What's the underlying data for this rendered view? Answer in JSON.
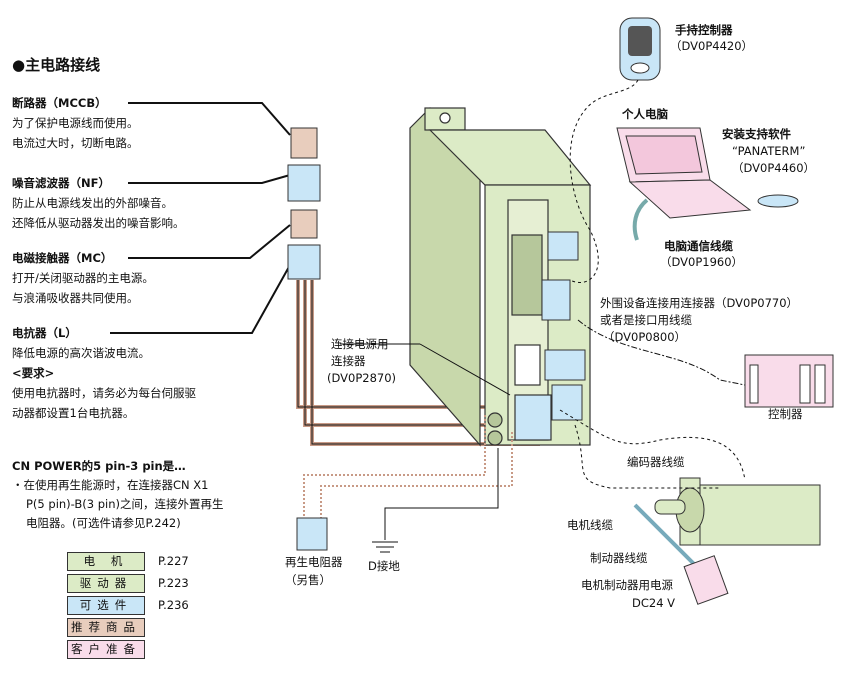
{
  "title": "●主电路接线",
  "left_notes": {
    "mccb": {
      "heading": "断路器（MCCB）",
      "lines": [
        "为了保护电源线而使用。",
        "电流过大时，切断电路。"
      ]
    },
    "nf": {
      "heading": "噪音滤波器（NF）",
      "lines": [
        "防止从电源线发出的外部噪音。",
        "还降低从驱动器发出的噪音影响。"
      ]
    },
    "mc": {
      "heading": "电磁接触器（MC）",
      "lines": [
        "打开/关闭驱动器的主电源。",
        "与浪涌吸收器共同使用。"
      ]
    },
    "reactor": {
      "heading": "电抗器（L）",
      "lines": [
        "降低电源的高次谐波电流。",
        "<要求>",
        "使用电抗器时，请务必为每台伺服驱",
        "动器都设置1台电抗器。"
      ]
    }
  },
  "cn_power": {
    "heading": "CN POWER的5 pin-3 pin是…",
    "lines": [
      "・在使用再生能源时，在连接器CN X1",
      "P(5 pin)-B(3 pin)之间，连接外置再生",
      "电阻器。(可选件请参见P.242)"
    ]
  },
  "legend": [
    {
      "label": "电 机",
      "page": "P.227",
      "color": "#dcebc6"
    },
    {
      "label": "驱动器",
      "page": "P.223",
      "color": "#dcebc6"
    },
    {
      "label": "可选件",
      "page": "P.236",
      "color": "#c9e6f7"
    },
    {
      "label": "推荐商品",
      "page": "",
      "color": "#e8cdbd"
    },
    {
      "label": "客户准备",
      "page": "",
      "color": "#f9dcea"
    }
  ],
  "labels": {
    "pendant": {
      "name": "手持控制器",
      "code": "（DV0P4420）"
    },
    "pc": {
      "name": "个人电脑"
    },
    "software": {
      "name": "安装支持软件",
      "product": "“PANATERM”",
      "code": "（DV0P4460）"
    },
    "pc_cable": {
      "name": "电脑通信线缆",
      "code": "（DV0P1960）"
    },
    "io_connector": {
      "line1": "外围设备连接用连接器（DV0P0770）",
      "line2": "或者是接口用线缆",
      "code": "（DV0P0800）"
    },
    "power_connector": {
      "line1": "连接电源用",
      "line2": "连接器",
      "code": "(DV0P2870)"
    },
    "controller": "控制器",
    "encoder_cable": "编码器线缆",
    "motor_cable": "电机线缆",
    "brake_cable": "制动器线缆",
    "brake_supply": {
      "line1": "电机制动器用电源",
      "line2": "DC24 V"
    },
    "regen_resistor": {
      "line1": "再生电阻器",
      "line2": "（另售）"
    },
    "ground": "D接地"
  },
  "colors": {
    "drive": "#dcebc6",
    "option": "#c9e6f7",
    "recommended": "#e8cdbd",
    "customer": "#f9dcea"
  }
}
